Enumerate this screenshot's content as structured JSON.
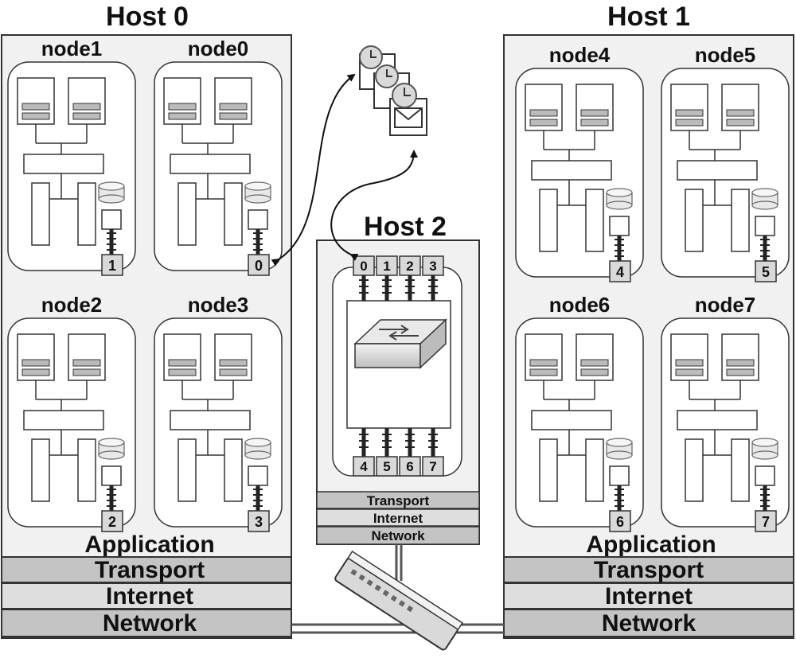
{
  "hosts": [
    {
      "title": "Host 0",
      "nodes": [
        {
          "label": "node1",
          "port": "1"
        },
        {
          "label": "node0",
          "port": "0"
        },
        {
          "label": "node2",
          "port": "2"
        },
        {
          "label": "node3",
          "port": "3"
        }
      ],
      "layers": [
        "Application",
        "Transport",
        "Internet",
        "Network"
      ]
    },
    {
      "title": "Host 1",
      "nodes": [
        {
          "label": "node4",
          "port": "4"
        },
        {
          "label": "node5",
          "port": "5"
        },
        {
          "label": "node6",
          "port": "6"
        },
        {
          "label": "node7",
          "port": "7"
        }
      ],
      "layers": [
        "Application",
        "Transport",
        "Internet",
        "Network"
      ]
    }
  ],
  "host2": {
    "title": "Host 2",
    "top_ports": [
      "0",
      "1",
      "2",
      "3"
    ],
    "bottom_ports": [
      "4",
      "5",
      "6",
      "7"
    ],
    "layers": [
      "Transport",
      "Internet",
      "Network"
    ]
  },
  "icons": {
    "message_stack": "clock-envelope-icon",
    "switch": "network-switch-icon",
    "hub": "network-hub-icon",
    "disk": "disk-icon"
  }
}
